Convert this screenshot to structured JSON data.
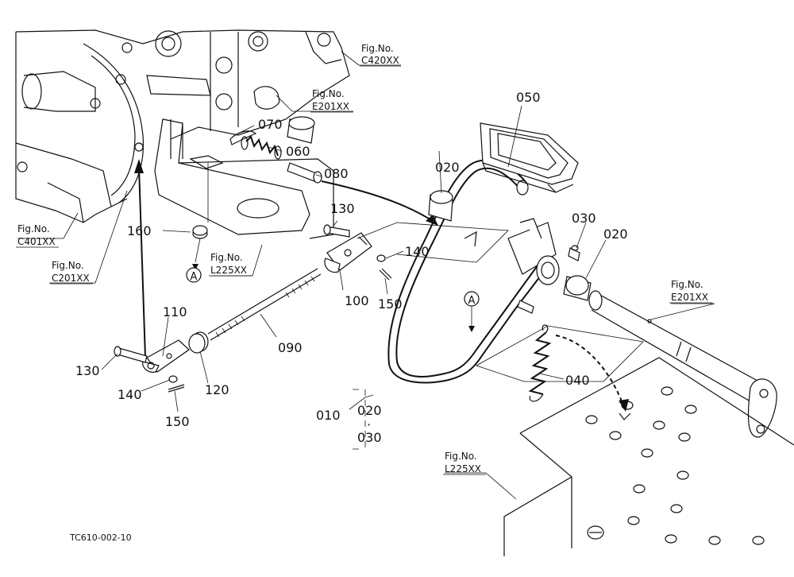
{
  "drawing_code": "TC610-002-10",
  "fig_refs": {
    "c420": {
      "line1": "Fig.No.",
      "line2": "C420XX"
    },
    "e201_top": {
      "line1": "Fig.No.",
      "line2": "E201XX"
    },
    "c401": {
      "line1": "Fig.No.",
      "line2": "C401XX"
    },
    "c201": {
      "line1": "Fig.No.",
      "line2": "C201XX"
    },
    "l225_mid": {
      "line1": "Fig.No.",
      "line2": "L225XX"
    },
    "e201_right": {
      "line1": "Fig.No.",
      "line2": "E201XX"
    },
    "l225_bottom": {
      "line1": "Fig.No.",
      "line2": "L225XX"
    }
  },
  "part_labels": {
    "p050": "050",
    "p070": "070",
    "p060": "060",
    "p080": "080",
    "p020_top": "020",
    "p030": "030",
    "p020_right": "020",
    "p130_top": "130",
    "p160": "160",
    "p140_right": "140",
    "p100": "100",
    "p150_right": "150",
    "p110": "110",
    "p090": "090",
    "p130_left": "130",
    "p120": "120",
    "p140_left": "140",
    "p150_left": "150",
    "p040": "040",
    "p010": "010",
    "p010_020": "020",
    "p010_dot": "·",
    "p010_030": "030"
  },
  "ref_marks": {
    "a_left": "A",
    "a_right": "A"
  }
}
